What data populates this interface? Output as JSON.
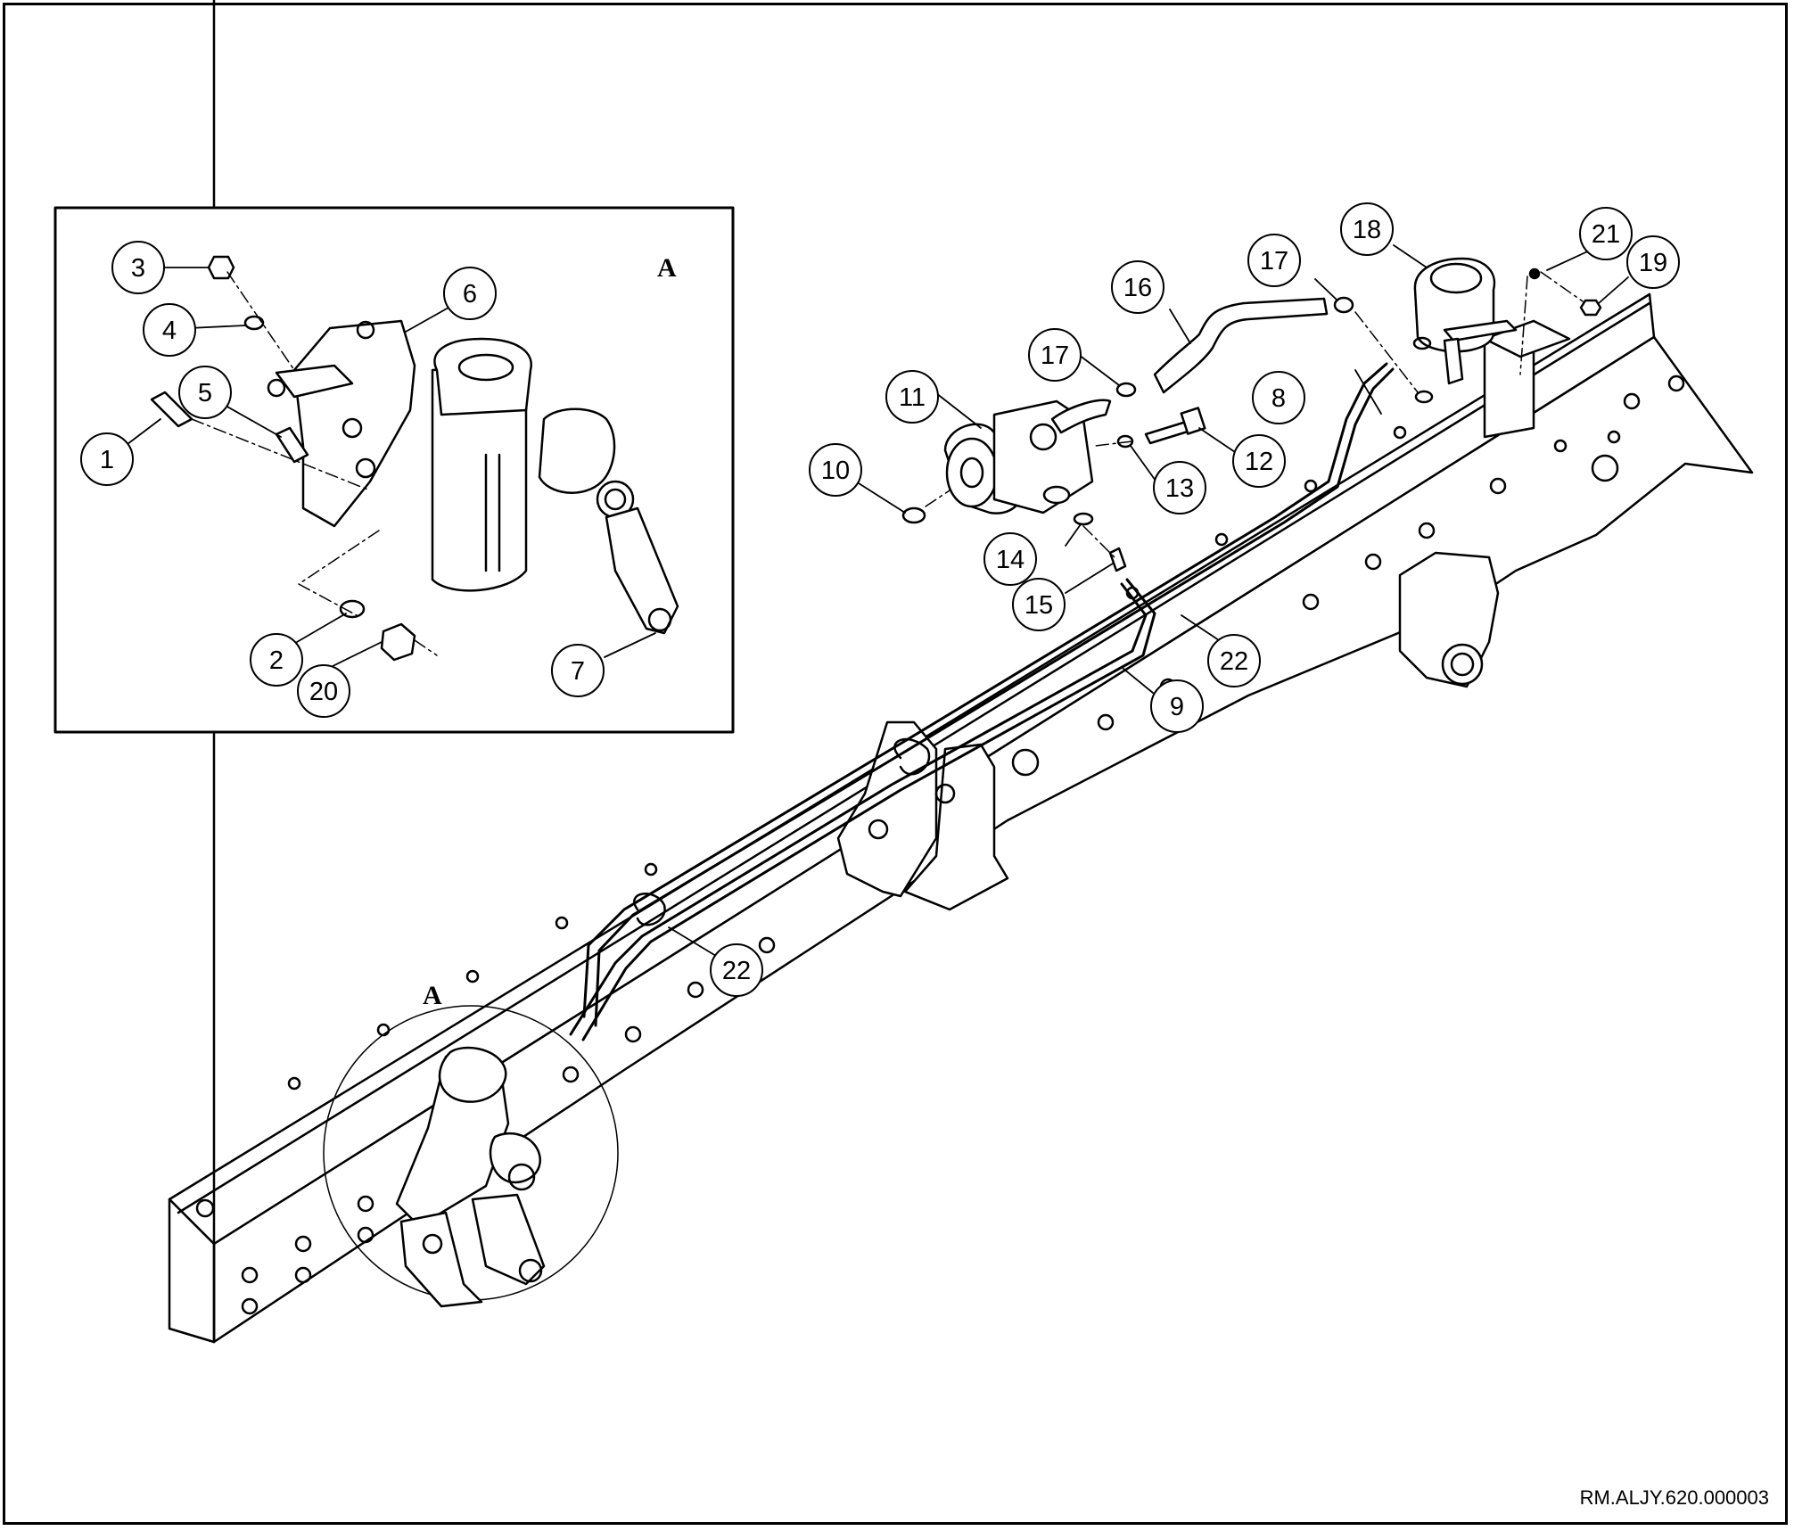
{
  "document_ref": "RM.ALJY.620.000003",
  "view_labels": {
    "inset": "A",
    "detail": "A"
  },
  "callouts": {
    "c1": "1",
    "c2": "2",
    "c3": "3",
    "c4": "4",
    "c5": "5",
    "c6": "6",
    "c7": "7",
    "c8": "8",
    "c9": "9",
    "c10": "10",
    "c11": "11",
    "c12": "12",
    "c13": "13",
    "c14": "14",
    "c15": "15",
    "c16": "16",
    "c17a": "17",
    "c17b": "17",
    "c18": "18",
    "c19": "19",
    "c20": "20",
    "c21": "21",
    "c22a": "22",
    "c22b": "22"
  }
}
